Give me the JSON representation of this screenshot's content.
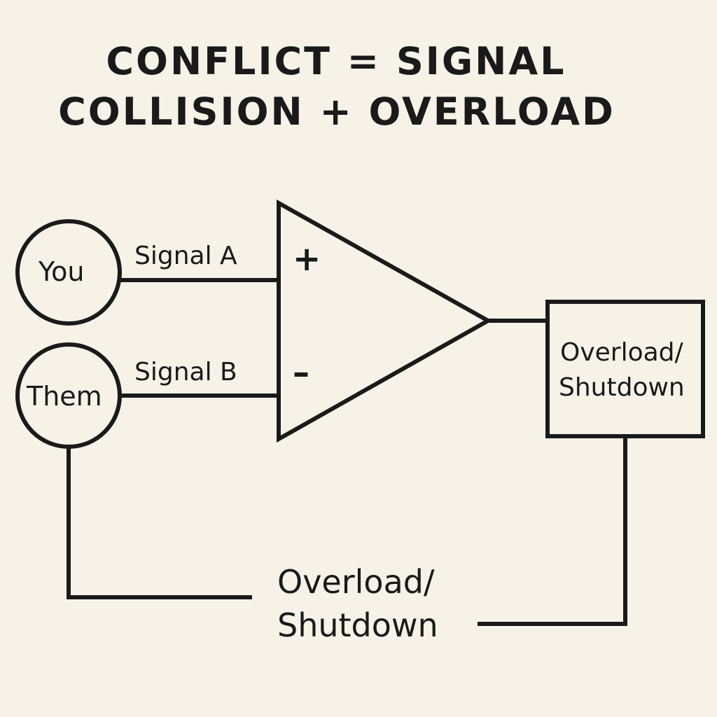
{
  "title": {
    "line1": "CONFLICT = SIGNAL",
    "line2": "COLLISION + OVERLOAD"
  },
  "nodes": {
    "you": "You",
    "them": "Them"
  },
  "signals": {
    "a": "Signal A",
    "b": "Signal B"
  },
  "amplifier": {
    "plus": "+",
    "minus": "–"
  },
  "output_box": {
    "line1": "Overload/",
    "line2": "Shutdown"
  },
  "feedback_label": {
    "line1": "Overload/",
    "line2": "Shutdown"
  },
  "colors": {
    "background": "#f6f2e8",
    "ink": "#1a1a1a"
  }
}
